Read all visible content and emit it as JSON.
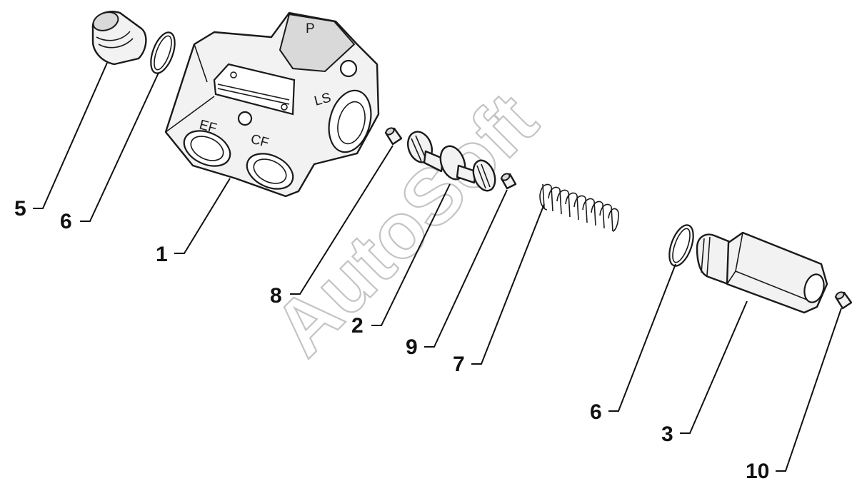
{
  "diagram": {
    "watermark": "AutoSoft",
    "port_labels": {
      "p": "P",
      "ls": "LS",
      "ef": "EF",
      "cf": "CF"
    },
    "callouts": {
      "c1": "1",
      "c2": "2",
      "c3": "3",
      "c5": "5",
      "c6a": "6",
      "c6b": "6",
      "c7": "7",
      "c8": "8",
      "c9": "9",
      "c10": "10"
    }
  }
}
